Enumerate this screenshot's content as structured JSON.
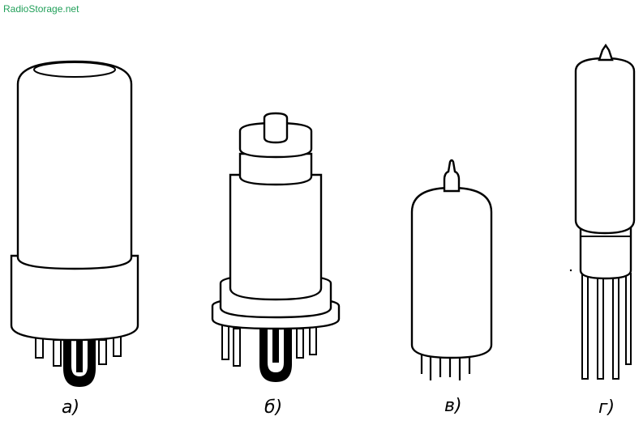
{
  "watermark": "RadioStorage.net",
  "labels": {
    "a": "а)",
    "b": "б)",
    "v": "в)",
    "g": "г)"
  },
  "colors": {
    "watermark": "#22a05a",
    "stroke": "#000000",
    "background": "#ffffff"
  }
}
